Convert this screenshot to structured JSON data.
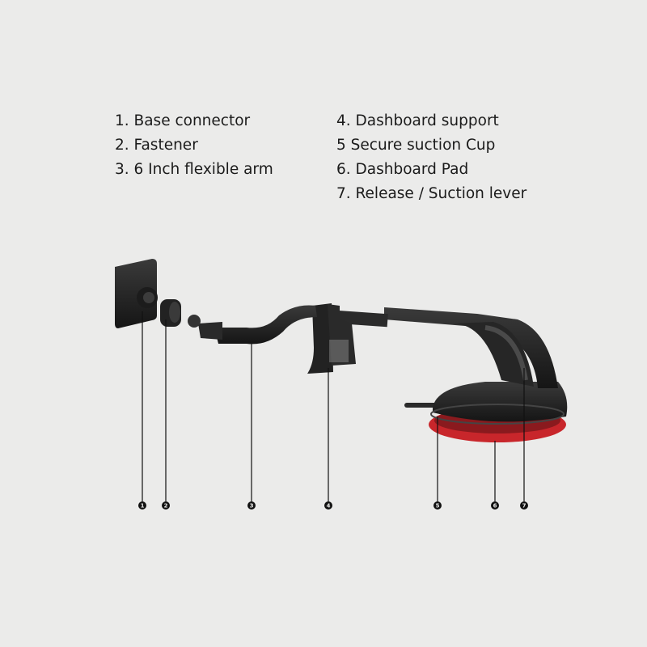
{
  "legend": {
    "left": [
      "1. Base connector",
      "2. Fastener",
      "3. 6 Inch flexible arm"
    ],
    "right": [
      "4. Dashboard support",
      "5 Secure suction Cup",
      "6. Dashboard Pad",
      "7. Release / Suction lever"
    ]
  },
  "callouts": [
    "1",
    "2",
    "3",
    "4",
    "5",
    "6",
    "7"
  ],
  "colors": {
    "background": "#ebebea",
    "product": "#2a2a2a",
    "pad": "#c8262b"
  }
}
